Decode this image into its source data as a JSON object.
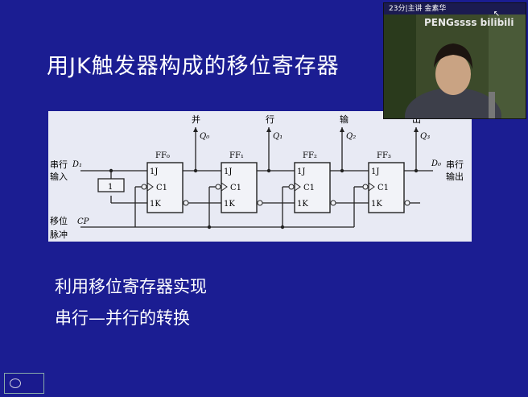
{
  "slide": {
    "title": "用JK触发器构成的移位寄存器",
    "line1": "利用移位寄存器实现",
    "line2": "串行—并行的转换"
  },
  "diagram": {
    "flip_flops": [
      "FF₀",
      "FF₁",
      "FF₂",
      "FF₃"
    ],
    "pin_j": "1J",
    "pin_c": "C1",
    "pin_k": "1K",
    "inverter_label": "1",
    "parallel_chars": [
      "并",
      "行",
      "输",
      "出"
    ],
    "outputs": [
      "Q₀",
      "Q₁",
      "Q₂",
      "Q₃"
    ],
    "serial_in_label": [
      "串行",
      "输入"
    ],
    "serial_in_signal": "D₁",
    "serial_out_signal": "D₀",
    "serial_out_label": [
      "串行",
      "输出"
    ],
    "clock_label": [
      "移位",
      "脉冲"
    ],
    "clock_signal": "CP"
  },
  "video": {
    "caption": "23分|主讲  金素华",
    "watermark": "PENGssss bilibili"
  },
  "colors": {
    "background": "#1b1d92",
    "diagram_bg": "#e8eaf4"
  }
}
